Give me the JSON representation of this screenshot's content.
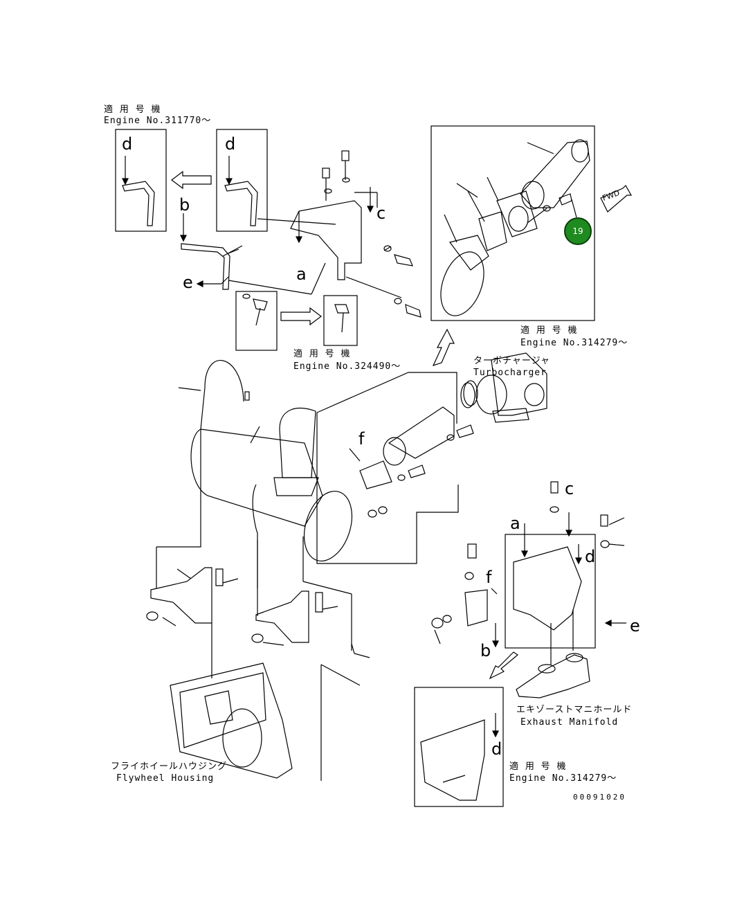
{
  "notes": {
    "top_left_jp": "適 用 号 機",
    "top_left_en": "Engine No.311770～",
    "mid_left_jp": "適 用 号 機",
    "mid_left_en": "Engine No.324490～",
    "top_right_jp": "適 用 号 機",
    "top_right_en": "Engine No.314279～",
    "bottom_right_jp": "適 用 号 機",
    "bottom_right_en": "Engine No.314279～"
  },
  "components": {
    "turbo_jp": "ターボチャージャ",
    "turbo_en": "Turbocharger",
    "manifold_jp": "エキゾーストマニホールド",
    "manifold_en": "Exhaust Manifold",
    "flywheel_jp": "フライホイールハウジング",
    "flywheel_en": "Flywheel Housing"
  },
  "callout": {
    "number": "19",
    "color": "#1f8a1f"
  },
  "direction_tag": "FWD",
  "reference_letters": {
    "a": "a",
    "b": "b",
    "c": "c",
    "d": "d",
    "e": "e",
    "f": "f"
  },
  "drawing_number": "00091020"
}
